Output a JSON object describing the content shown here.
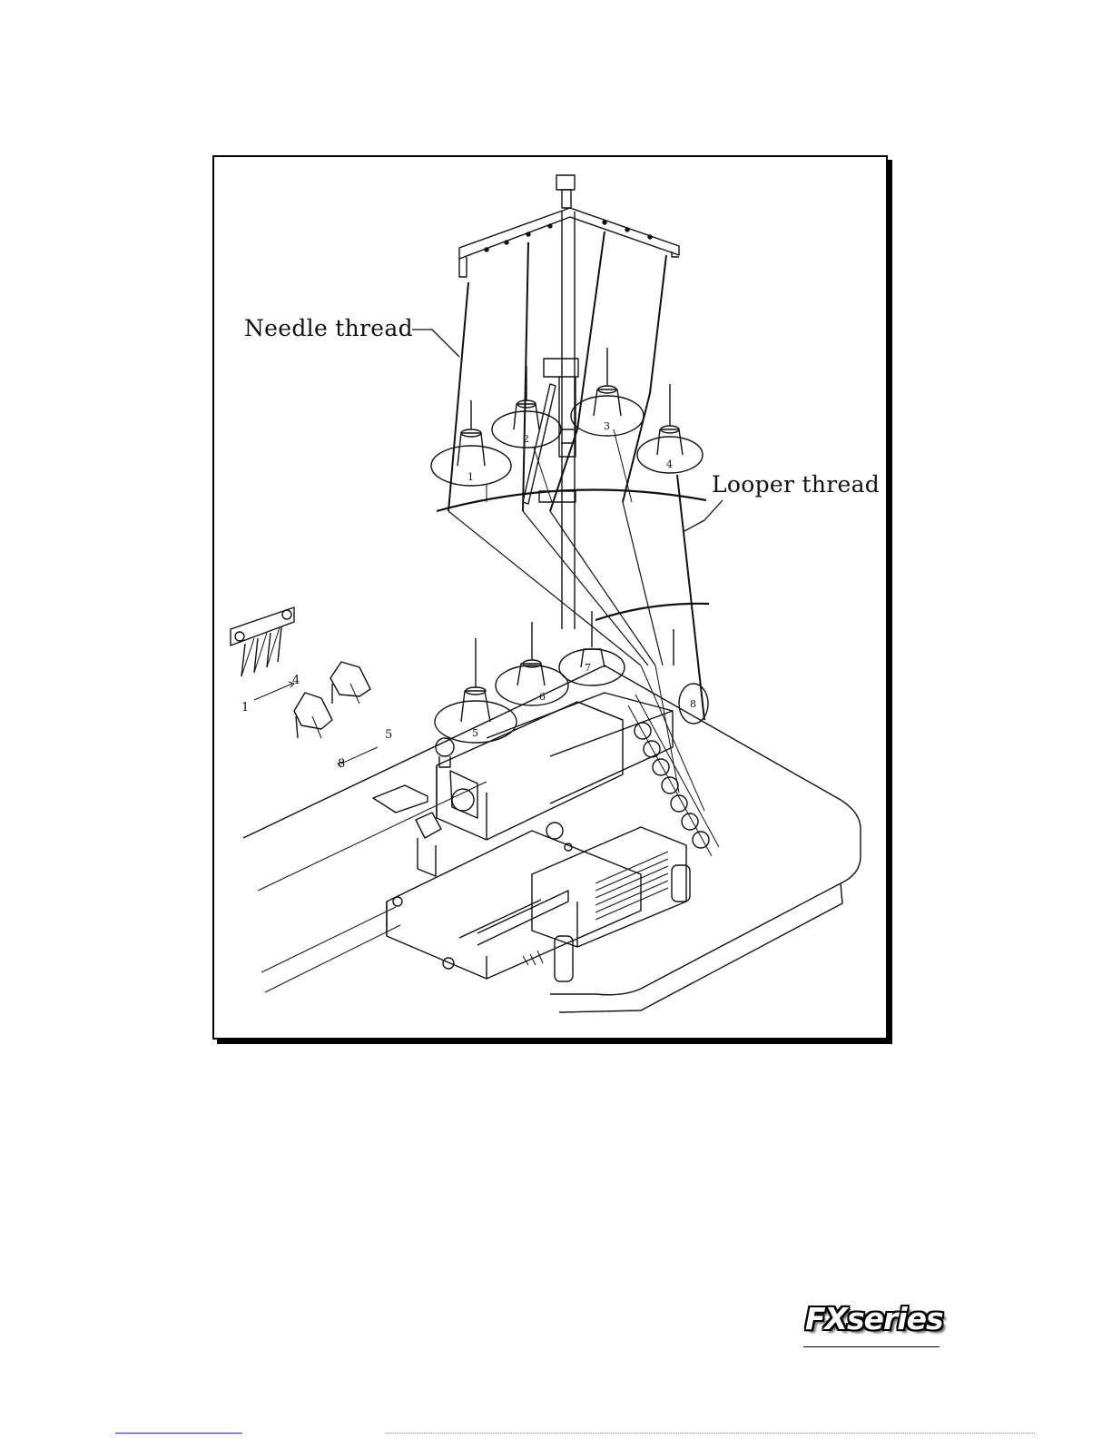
{
  "labels": {
    "needle_thread": "Needle thread",
    "looper_thread": "Looper thread"
  },
  "spool_numbers": [
    "1",
    "2",
    "3",
    "4",
    "5",
    "6",
    "7",
    "8"
  ],
  "needle_inset": {
    "start": "1",
    "end": "4"
  },
  "looper_inset": {
    "start": "8",
    "end": "5"
  },
  "logo": {
    "text": "FXseries"
  }
}
